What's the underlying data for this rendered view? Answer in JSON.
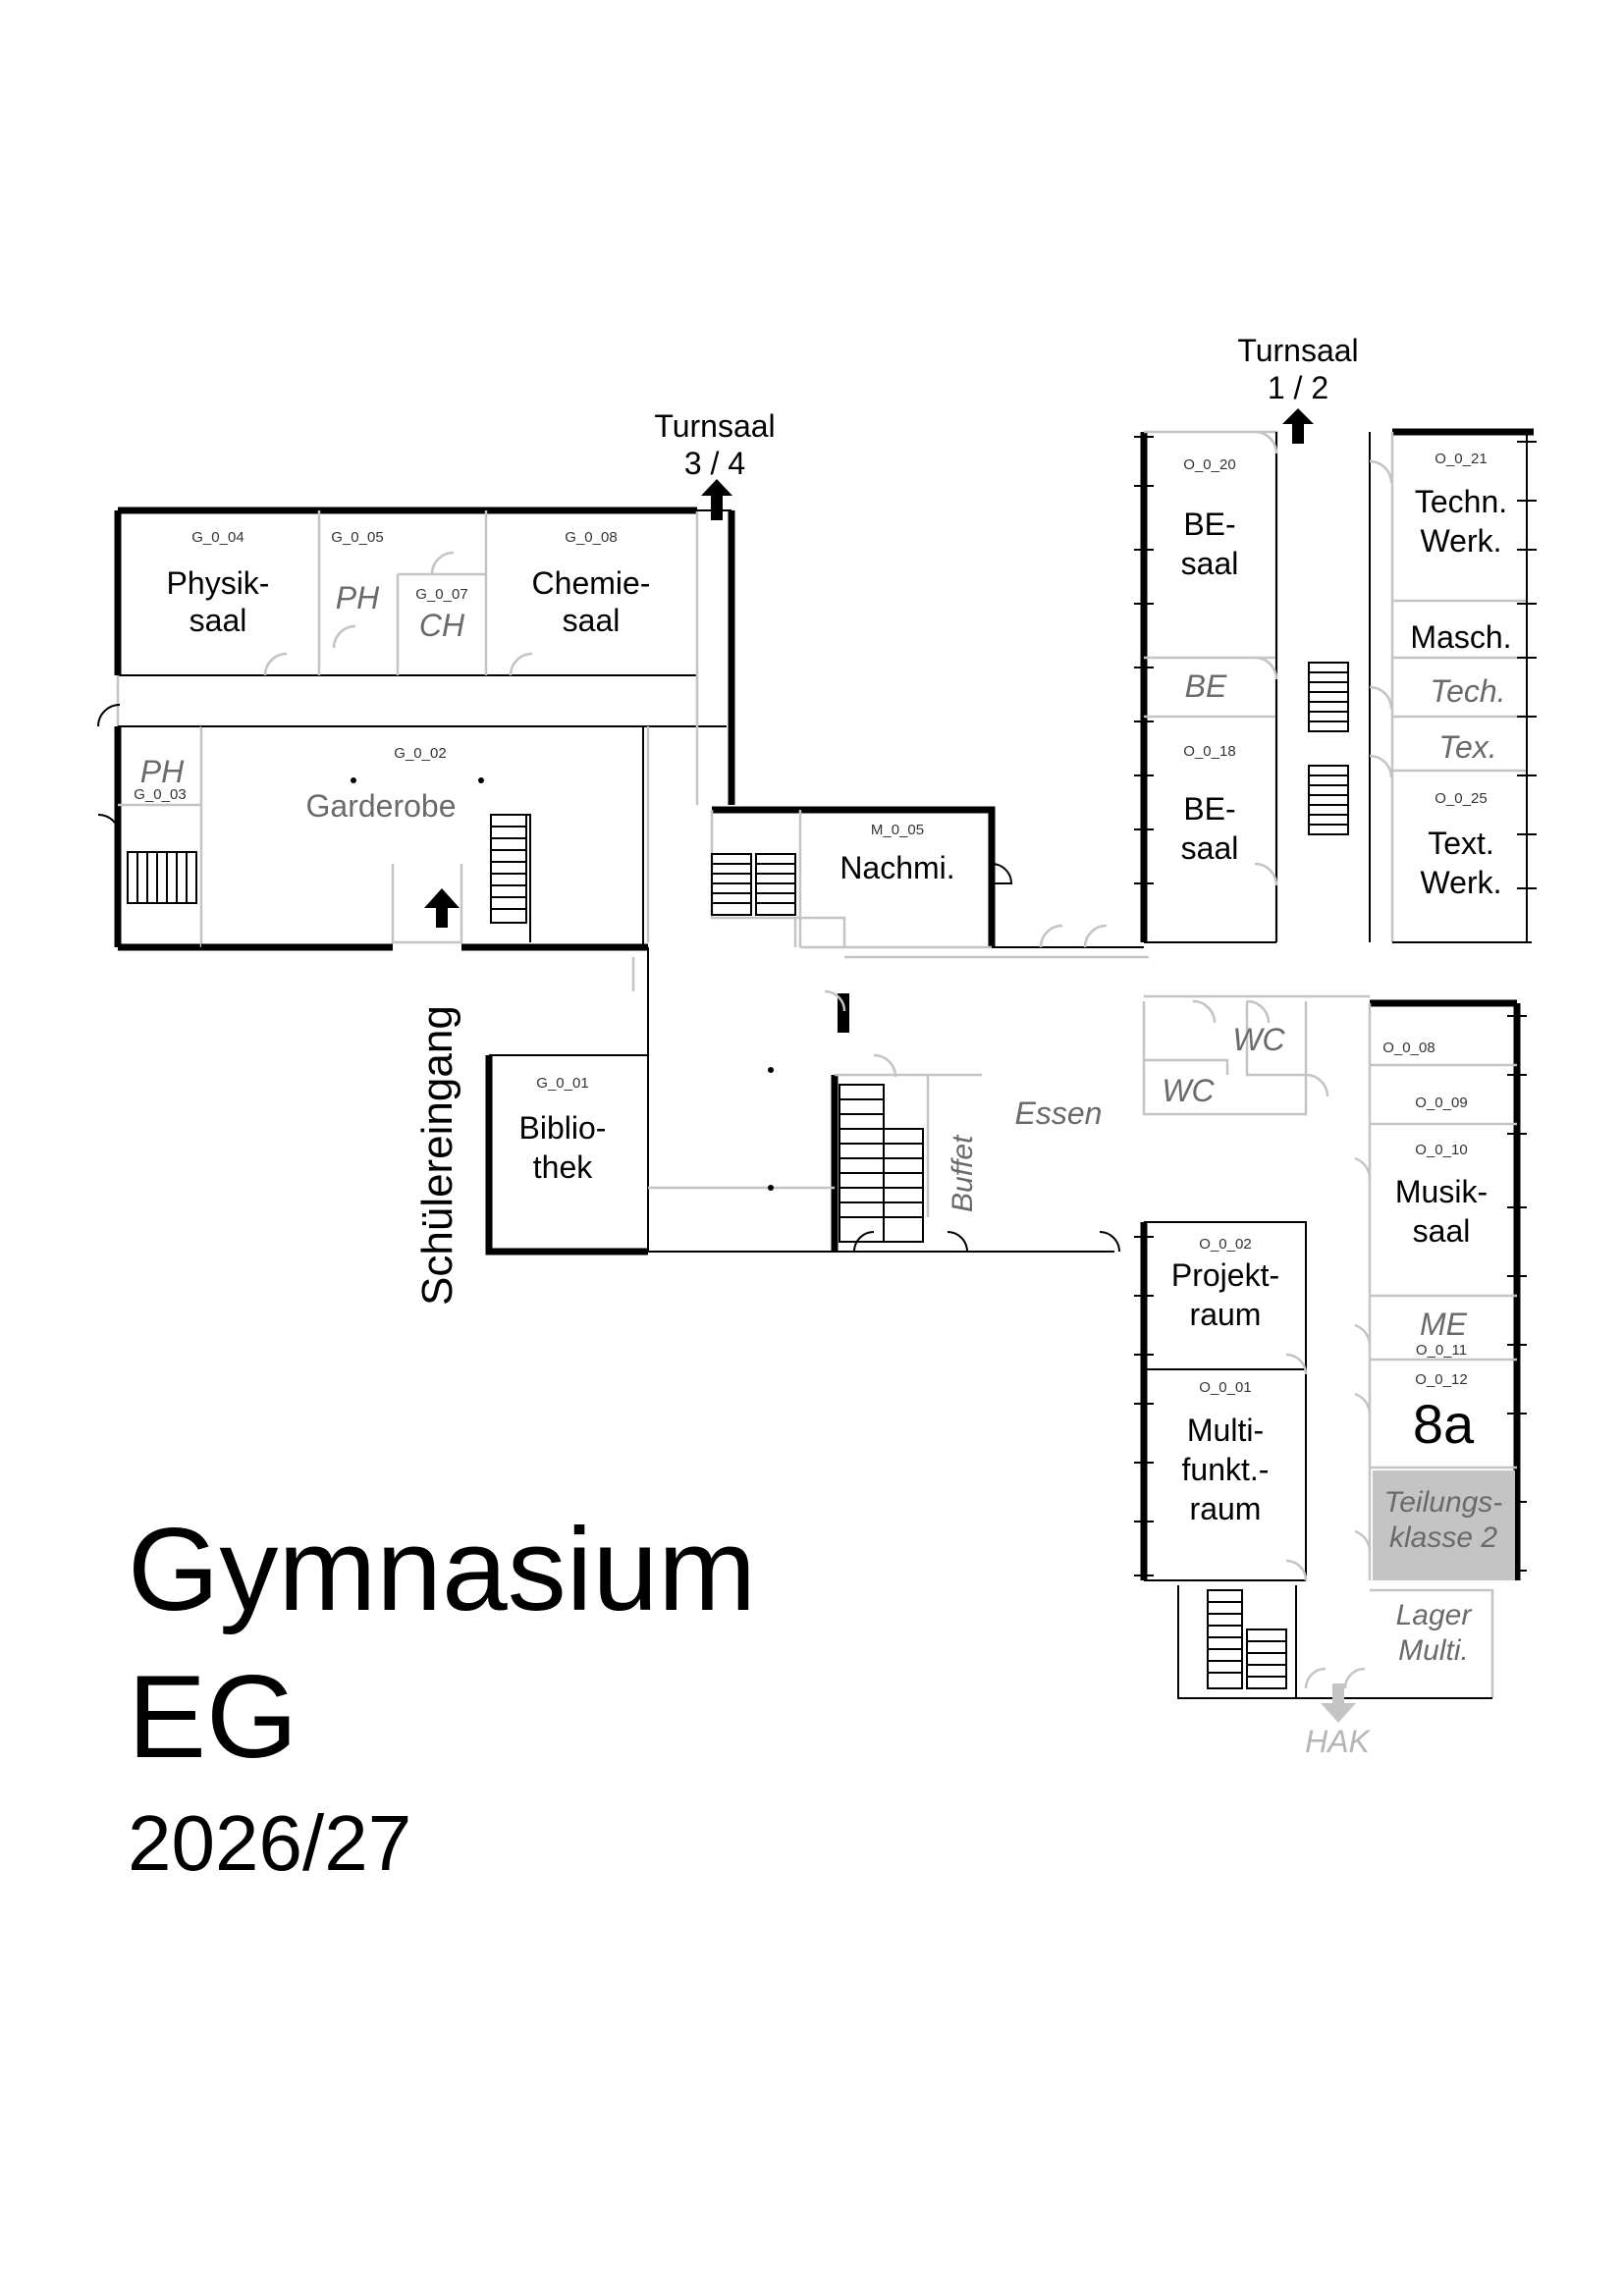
{
  "title": {
    "line1": "Gymnasium",
    "line2": "EG",
    "year": "2026/27"
  },
  "exits": {
    "turnsaal_34": [
      "Turnsaal",
      "3 / 4"
    ],
    "turnsaal_12": [
      "Turnsaal",
      "1 / 2"
    ],
    "schuelereingang": "Schülereingang",
    "hak": "HAK"
  },
  "rooms": {
    "physiksaal": {
      "code": "G_0_04",
      "label": [
        "Physik-",
        "saal"
      ]
    },
    "ph_1": {
      "code": "G_0_05",
      "label": [
        "PH"
      ]
    },
    "ch": {
      "code": "G_0_07",
      "label": [
        "CH"
      ]
    },
    "chemiesaal": {
      "code": "G_0_08",
      "label": [
        "Chemie-",
        "saal"
      ]
    },
    "ph_2": {
      "code": "G_0_03",
      "label": [
        "PH"
      ]
    },
    "garderobe": {
      "code": "G_0_02",
      "label": [
        "Garderobe"
      ]
    },
    "nachmi": {
      "code": "M_0_05",
      "label": [
        "Nachmi."
      ]
    },
    "bibliothek": {
      "code": "G_0_01",
      "label": [
        "Biblio-",
        "thek"
      ]
    },
    "essen": {
      "label": [
        "Essen"
      ]
    },
    "buffet": {
      "label": [
        "Buffet"
      ]
    },
    "wc_1": {
      "label": [
        "WC"
      ]
    },
    "wc_2": {
      "label": [
        "WC"
      ]
    },
    "besaal_1": {
      "code": "O_0_20",
      "label": [
        "BE-",
        "saal"
      ]
    },
    "be": {
      "label": [
        "BE"
      ]
    },
    "besaal_2": {
      "code": "O_0_18",
      "label": [
        "BE-",
        "saal"
      ]
    },
    "techn_werk": {
      "code": "O_0_21",
      "label": [
        "Techn.",
        "Werk."
      ]
    },
    "masch": {
      "label": [
        "Masch."
      ]
    },
    "tech": {
      "label": [
        "Tech."
      ]
    },
    "tex": {
      "label": [
        "Tex."
      ]
    },
    "text_werk": {
      "code": "O_0_25",
      "label": [
        "Text.",
        "Werk."
      ]
    },
    "o_0_08": {
      "code": "O_0_08"
    },
    "o_0_09": {
      "code": "O_0_09"
    },
    "musiksaal": {
      "code": "O_0_10",
      "label": [
        "Musik-",
        "saal"
      ]
    },
    "me": {
      "code": "O_0_11",
      "label": [
        "ME"
      ]
    },
    "klasse_8a": {
      "code": "O_0_12",
      "label": [
        "8a"
      ]
    },
    "teilungsklasse": {
      "label": [
        "Teilungs-",
        "klasse 2"
      ]
    },
    "lager": {
      "label": [
        "Lager",
        "Multi."
      ]
    },
    "projektraum": {
      "code": "O_0_02",
      "label": [
        "Projekt-",
        "raum"
      ]
    },
    "multifunkt": {
      "code": "O_0_01",
      "label": [
        "Multi-",
        "funkt.-",
        "raum"
      ]
    }
  },
  "colors": {
    "wall": "#000000",
    "interior_wall": "#c4c4c4",
    "highlight_room": "#c4c4c4",
    "muted_label": "#6a6a6a"
  }
}
